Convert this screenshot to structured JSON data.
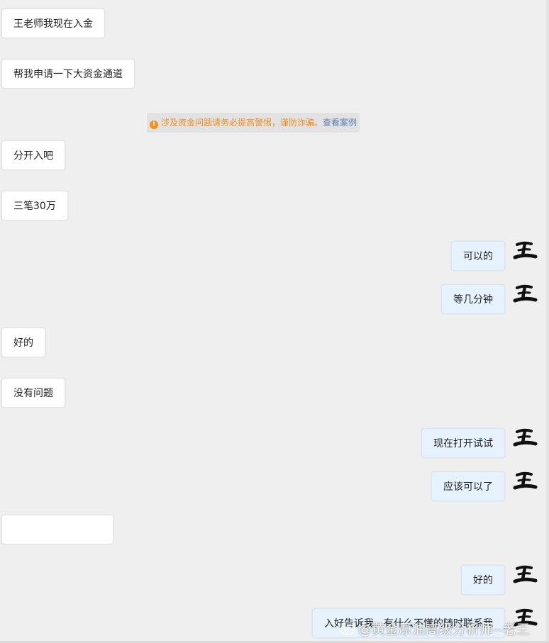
{
  "messages": [
    {
      "side": "left",
      "text": "王老师我现在入金"
    },
    {
      "side": "left",
      "text": "帮我申请一下大资金通道"
    },
    {
      "side": "left",
      "text": "分开入吧"
    },
    {
      "side": "left",
      "text": "三笔30万"
    },
    {
      "side": "right",
      "text": "可以的"
    },
    {
      "side": "right",
      "text": "等几分钟"
    },
    {
      "side": "left",
      "text": "好的"
    },
    {
      "side": "left",
      "text": "没有问题"
    },
    {
      "side": "right",
      "text": "现在打开试试"
    },
    {
      "side": "right",
      "text": "应该可以了"
    },
    {
      "side": "left",
      "text": ""
    },
    {
      "side": "right",
      "text": "好的"
    },
    {
      "side": "right",
      "text": "入好告诉我，有什么不懂的随时联系我"
    }
  ],
  "notice": {
    "text": "涉及资金问题请务必提高警惕，谨防诈骗。",
    "link": "查看案例",
    "icon": "info-icon",
    "color": "#f08c1e",
    "link_color": "#5b7fae"
  },
  "avatar": {
    "glyph": "王",
    "icon": "calligraphy-wang-avatar"
  },
  "watermark": {
    "text": "@黄金原油高级分析师--老王",
    "icon": "weibo-icon"
  },
  "colors": {
    "background": "#efefef",
    "left_bubble": "#ffffff",
    "right_bubble": "#e6f2fd"
  }
}
